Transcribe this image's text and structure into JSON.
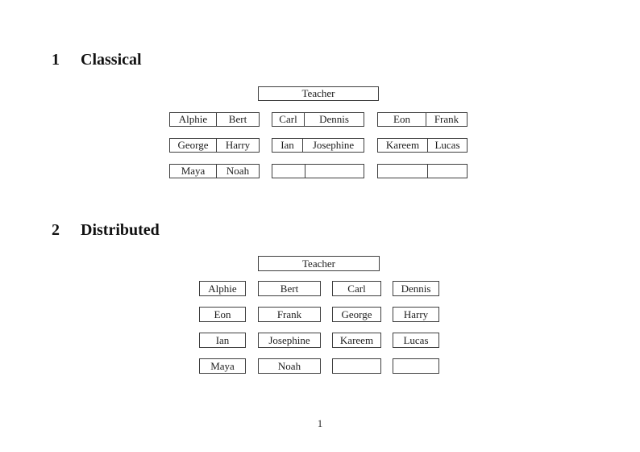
{
  "page": {
    "number": "1"
  },
  "sections": [
    {
      "number": "1",
      "title": "Classical",
      "teacher_label": "Teacher",
      "desks": [
        [
          "Alphie",
          "Bert"
        ],
        [
          "Carl",
          "Dennis"
        ],
        [
          "Eon",
          "Frank"
        ],
        [
          "George",
          "Harry"
        ],
        [
          "Ian",
          "Josephine"
        ],
        [
          "Kareem",
          "Lucas"
        ],
        [
          "Maya",
          "Noah"
        ],
        [
          "",
          ""
        ],
        [
          "",
          ""
        ]
      ]
    },
    {
      "number": "2",
      "title": "Distributed",
      "teacher_label": "Teacher",
      "seats": [
        "Alphie",
        "Bert",
        "Carl",
        "Dennis",
        "Eon",
        "Frank",
        "George",
        "Harry",
        "Ian",
        "Josephine",
        "Kareem",
        "Lucas",
        "Maya",
        "Noah",
        "",
        ""
      ]
    }
  ]
}
